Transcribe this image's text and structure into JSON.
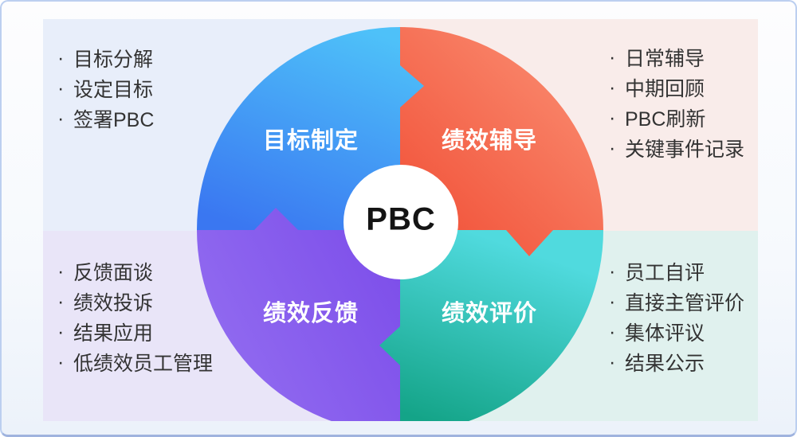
{
  "center_label": "PBC",
  "bullet": "·",
  "quadrants": {
    "top_left": {
      "label": "目标制定",
      "color_light": "#4ec1f9",
      "color_dark": "#3a77f1"
    },
    "top_right": {
      "label": "绩效辅导",
      "color_light": "#fb9276",
      "color_dark": "#f15138"
    },
    "bottom_left": {
      "label": "绩效反馈",
      "color_light": "#9d7cf4",
      "color_dark": "#7847e8"
    },
    "bottom_right": {
      "label": "绩效评价",
      "color_light": "#50dade",
      "color_dark": "#14a488"
    }
  },
  "panels": {
    "top_left": {
      "bg": "#e8eefa",
      "items": [
        "目标分解",
        "设定目标",
        "签署PBC"
      ]
    },
    "top_right": {
      "bg": "#f9ecea",
      "items": [
        "日常辅导",
        "中期回顾",
        "PBC刷新",
        "关键事件记录"
      ]
    },
    "bottom_left": {
      "bg": "#e9e5f8",
      "items": [
        "反馈面谈",
        "绩效投诉",
        "结果应用",
        "低绩效员工管理"
      ]
    },
    "bottom_right": {
      "bg": "#e0f1ee",
      "items": [
        "员工自评",
        "直接主管评价",
        "集体评议",
        "结果公示"
      ]
    }
  }
}
